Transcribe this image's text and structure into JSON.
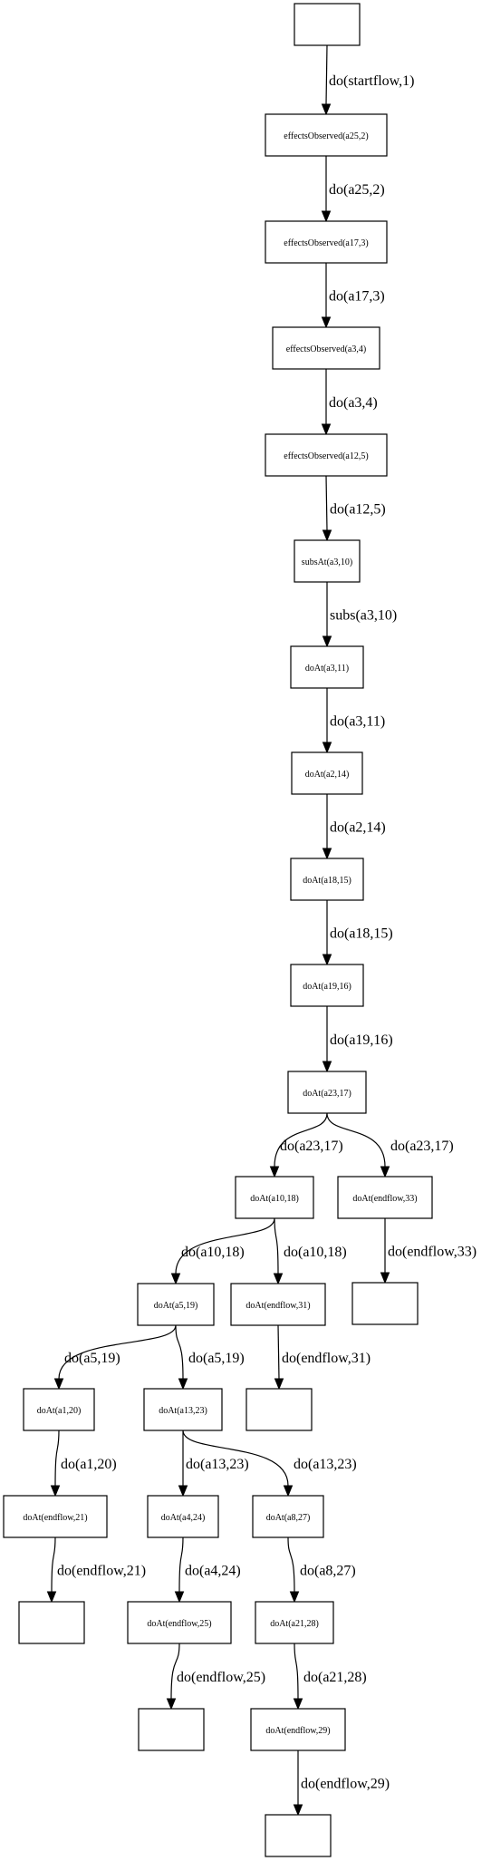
{
  "nodes": {
    "root": "",
    "n1": "effectsObserved(a25,2)",
    "n2": "effectsObserved(a17,3)",
    "n3": "effectsObserved(a3,4)",
    "n4": "effectsObserved(a12,5)",
    "n5": "subsAt(a3,10)",
    "n6": "doAt(a3,11)",
    "n7": "doAt(a2,14)",
    "n8": "doAt(a18,15)",
    "n9": "doAt(a19,16)",
    "n10": "doAt(a23,17)",
    "n11": "doAt(a10,18)",
    "n12": "doAt(endflow,33)",
    "n13": "",
    "n14": "doAt(a5,19)",
    "n15": "doAt(endflow,31)",
    "n16": "",
    "n17": "doAt(a1,20)",
    "n18": "doAt(a13,23)",
    "n19": "doAt(endflow,21)",
    "n20": "doAt(a4,24)",
    "n21": "doAt(a8,27)",
    "n22": "",
    "n23": "doAt(endflow,25)",
    "n24": "doAt(a21,28)",
    "n25": "",
    "n26": "doAt(endflow,29)",
    "n27": ""
  },
  "edges": [
    {
      "from": "root",
      "to": "n1",
      "label": "do(startflow,1)"
    },
    {
      "from": "n1",
      "to": "n2",
      "label": "do(a25,2)"
    },
    {
      "from": "n2",
      "to": "n3",
      "label": "do(a17,3)"
    },
    {
      "from": "n3",
      "to": "n4",
      "label": "do(a3,4)"
    },
    {
      "from": "n4",
      "to": "n5",
      "label": "do(a12,5)"
    },
    {
      "from": "n5",
      "to": "n6",
      "label": "subs(a3,10)"
    },
    {
      "from": "n6",
      "to": "n7",
      "label": "do(a3,11)"
    },
    {
      "from": "n7",
      "to": "n8",
      "label": "do(a2,14)"
    },
    {
      "from": "n8",
      "to": "n9",
      "label": "do(a18,15)"
    },
    {
      "from": "n9",
      "to": "n10",
      "label": "do(a19,16)"
    },
    {
      "from": "n10",
      "to": "n11",
      "label": "do(a23,17)"
    },
    {
      "from": "n10",
      "to": "n12",
      "label": "do(a23,17)"
    },
    {
      "from": "n12",
      "to": "n13",
      "label": "do(endflow,33)"
    },
    {
      "from": "n11",
      "to": "n14",
      "label": "do(a10,18)"
    },
    {
      "from": "n11",
      "to": "n15",
      "label": "do(a10,18)"
    },
    {
      "from": "n15",
      "to": "n16",
      "label": "do(endflow,31)"
    },
    {
      "from": "n14",
      "to": "n17",
      "label": "do(a5,19)"
    },
    {
      "from": "n14",
      "to": "n18",
      "label": "do(a5,19)"
    },
    {
      "from": "n17",
      "to": "n19",
      "label": "do(a1,20)"
    },
    {
      "from": "n18",
      "to": "n20",
      "label": "do(a13,23)"
    },
    {
      "from": "n18",
      "to": "n21",
      "label": "do(a13,23)"
    },
    {
      "from": "n19",
      "to": "n22",
      "label": "do(endflow,21)"
    },
    {
      "from": "n20",
      "to": "n23",
      "label": "do(a4,24)"
    },
    {
      "from": "n21",
      "to": "n24",
      "label": "do(a8,27)"
    },
    {
      "from": "n23",
      "to": "n25",
      "label": "do(endflow,25)"
    },
    {
      "from": "n24",
      "to": "n26",
      "label": "do(a21,28)"
    },
    {
      "from": "n26",
      "to": "n27",
      "label": "do(endflow,29)"
    }
  ]
}
